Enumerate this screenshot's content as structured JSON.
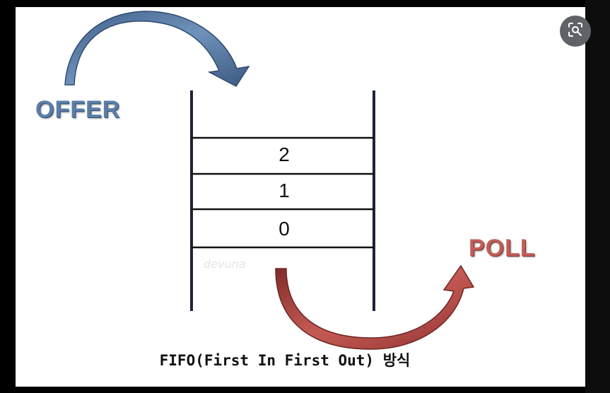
{
  "diagram": {
    "offer_label": "OFFER",
    "poll_label": "POLL",
    "queue_cells": [
      "2",
      "1",
      "0"
    ],
    "watermark": "devuna",
    "caption": "FIFO(First In First Out) 방식"
  },
  "colors": {
    "offer_arrow": "#4f6f96",
    "poll_arrow": "#a8433f",
    "background": "#ffffff",
    "frame": "#000000"
  },
  "ui": {
    "lens_button_icon": "lens-search-icon"
  }
}
